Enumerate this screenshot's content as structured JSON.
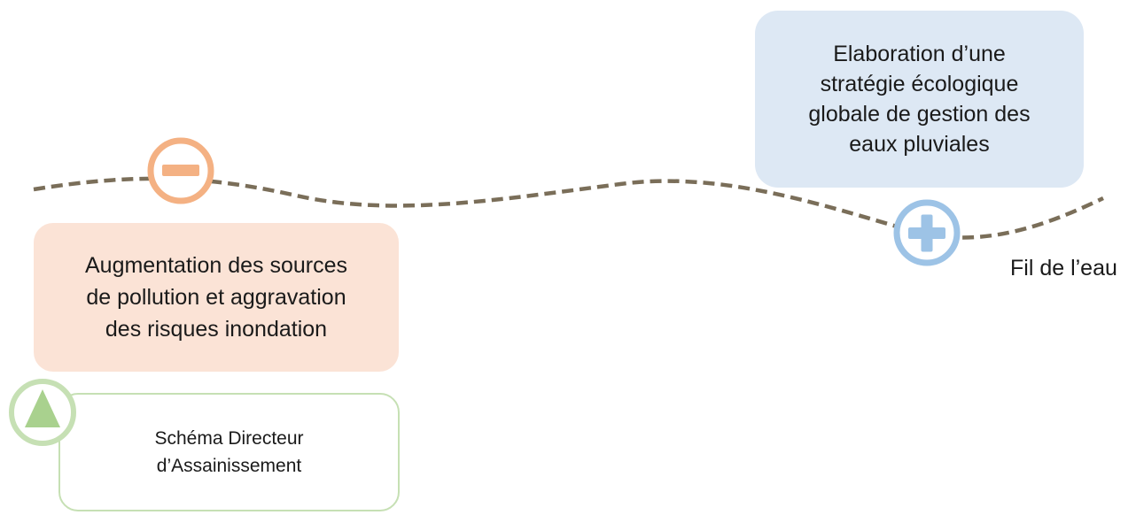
{
  "colors": {
    "river_line": "#7a6e59",
    "negative_accent": "#f4b183",
    "positive_accent": "#9dc3e6",
    "triangle_accent": "#a9d18e",
    "triangle_outline": "#c6e0b4",
    "blue_box": "#dde8f4",
    "orange_box": "#fbe3d6"
  },
  "markers": {
    "negative": {
      "icon": "minus-circle-icon"
    },
    "positive": {
      "icon": "plus-circle-icon"
    },
    "triangle": {
      "icon": "triangle-circle-icon"
    }
  },
  "boxes": {
    "strategie": "Elaboration d’une\nstratégie écologique\nglobale de gestion des\neaux pluviales",
    "pollution": "Augmentation des sources\nde pollution et aggravation\ndes risques inondation",
    "schema": "Schéma Directeur\nd’Assainissement"
  },
  "labels": {
    "fil": "Fil de l’eau"
  }
}
